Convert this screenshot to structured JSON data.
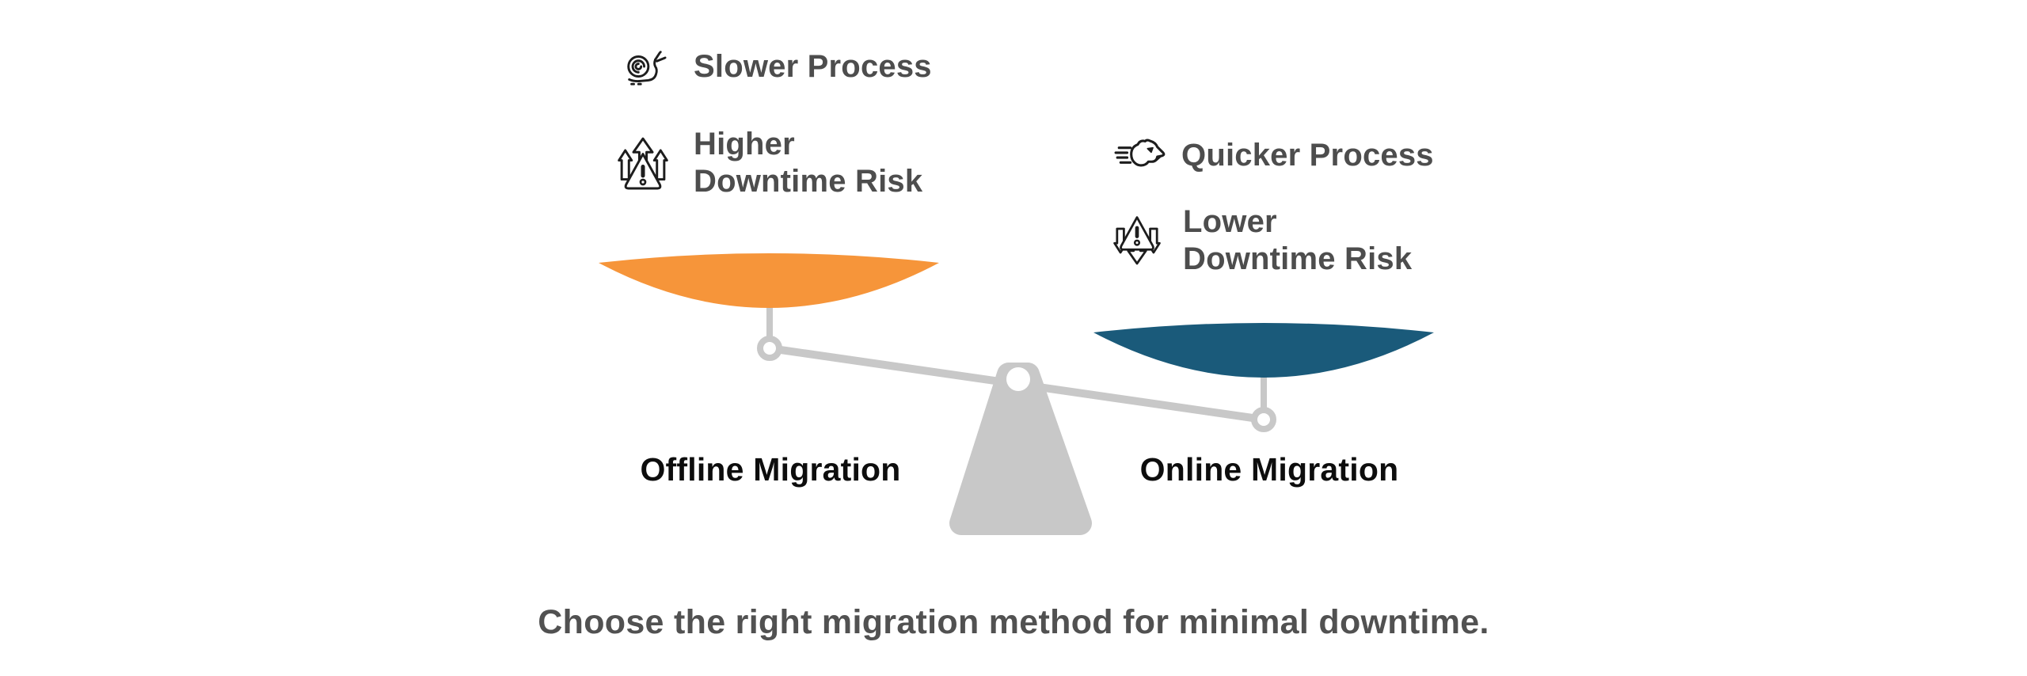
{
  "diagram": {
    "type": "balance-scale-comparison",
    "caption": "Choose the right migration method for minimal downtime.",
    "left": {
      "pan_label": "Offline Migration",
      "feature1_label": "Slower Process",
      "feature2_line1": "Higher",
      "feature2_line2": "Downtime Risk",
      "pan_position": "raised"
    },
    "right": {
      "pan_label": "Online Migration",
      "feature1_label": "Quicker Process",
      "feature2_line1": "Lower",
      "feature2_line2": "Downtime Risk",
      "pan_position": "lowered"
    }
  },
  "icons": {
    "left_feature1": "snail-icon",
    "left_feature2": "warning-arrows-up-icon",
    "right_feature1": "cheetah-icon",
    "right_feature2": "warning-arrows-down-icon"
  },
  "colors": {
    "left_pan": "#F6953A",
    "right_pan": "#1A5A7A",
    "scale_gray": "#C8C8C8",
    "feature_text": "#4D4D4D",
    "pan_label_text": "#0D0D0D",
    "caption_text": "#515151",
    "icon_stroke": "#1D1D1D",
    "background": "#FFFFFF"
  }
}
